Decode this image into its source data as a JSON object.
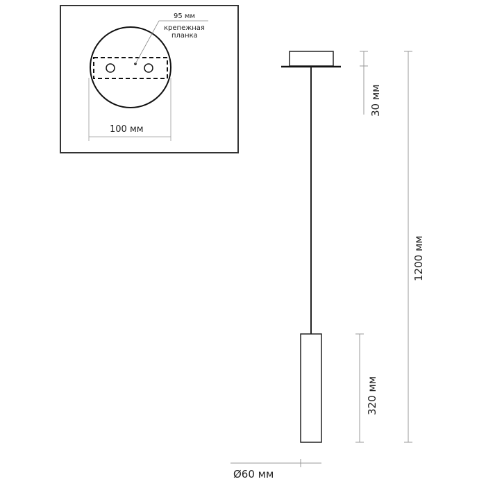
{
  "mount_detail": {
    "plate_dim": "95 мм",
    "plate_label_line1": "крепежная",
    "plate_label_line2": "планка",
    "diameter_dim": "100 мм"
  },
  "lamp": {
    "canopy_height": "30 мм",
    "total_height": "1200 мм",
    "shade_height": "320 мм",
    "shade_diameter": "Ø60 мм"
  },
  "colors": {
    "line": "#222222",
    "dim": "#999999"
  }
}
